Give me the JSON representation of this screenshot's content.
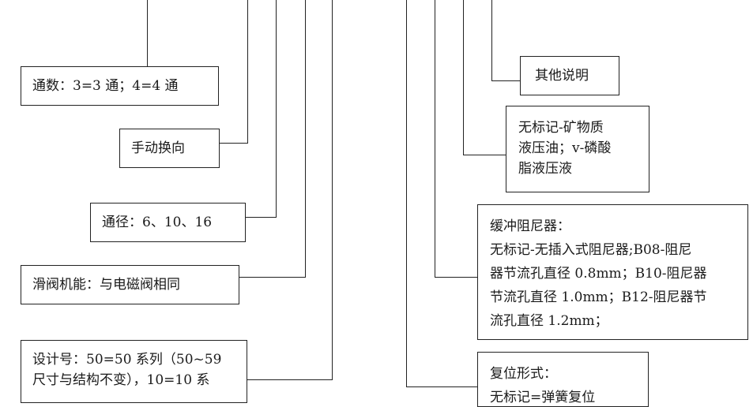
{
  "left_boxes": {
    "ports": "通数：3=3 通；4=4 通",
    "manual": "手动换向",
    "diameter": "通径：6、10、16",
    "spool": "滑阀机能：与电磁阀相同",
    "design": [
      "设计号：50=50 系列（50~59",
      "尺寸与结构不变），10=10 系"
    ]
  },
  "right_boxes": {
    "other": "其他说明",
    "fluid": [
      "无标记-矿物质",
      "液压油；v-磷酸",
      "脂液压液"
    ],
    "damper": [
      "缓冲阻尼器：",
      "无标记-无插入式阻尼器;B08-阻尼",
      "器节流孔直径 0.8mm；B10-阻尼器",
      "节流孔直径 1.0mm；B12-阻尼器节",
      "流孔直径 1.2mm；"
    ],
    "reset": [
      "复位形式：",
      "无标记=弹簧复位"
    ]
  }
}
